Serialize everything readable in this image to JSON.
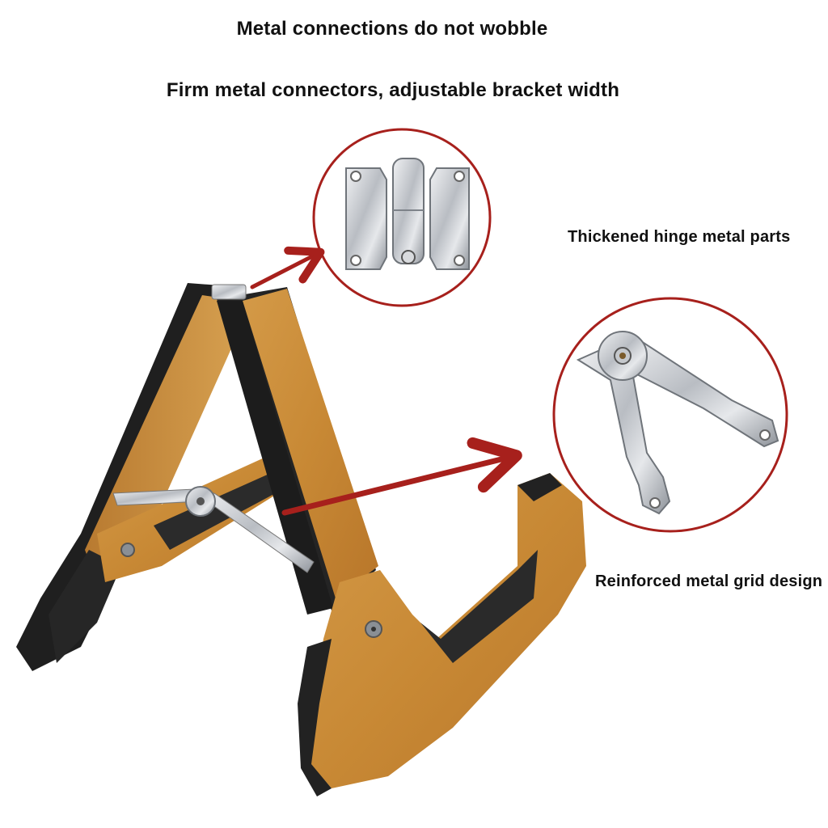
{
  "headline": "Metal connections do not wobble",
  "subheadline": "Firm metal connectors, adjustable bracket width",
  "callouts": {
    "hinge": {
      "label": "Thickened hinge metal parts"
    },
    "grid": {
      "label": "Reinforced metal grid design"
    }
  },
  "colors": {
    "callout_red": "#a7201c",
    "wood": "#c98f3c",
    "foam": "#2a2a2a",
    "metal": "#c9ccd0"
  }
}
